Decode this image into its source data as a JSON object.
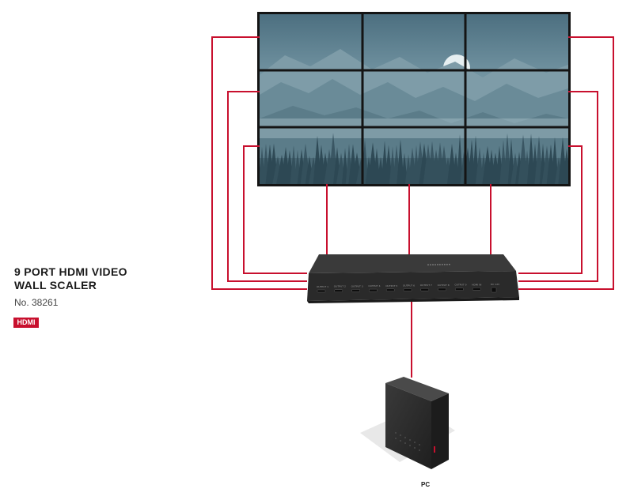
{
  "product": {
    "title": "9 PORT HDMI VIDEO\nWALL SCALER",
    "number": "No. 38261",
    "badge": "HDMI"
  },
  "device": {
    "port_labels": [
      "OUTPUT 1",
      "OUTPUT 2",
      "OUTPUT 3",
      "OUTPUT 4",
      "OUTPUT 5",
      "OUTPUT 6",
      "OUTPUT 7",
      "OUTPUT 8",
      "OUTPUT 9",
      "HDMI IN",
      "DC 12V"
    ]
  },
  "pc": {
    "label": "PC"
  },
  "colors": {
    "cable": "#c8102e",
    "badge": "#c8102e",
    "sky_top": "#4f7283",
    "sky_bottom": "#9cbac4",
    "bezel": "#141414",
    "device_body": "#2e2e2e",
    "pc_body": "#2b2b2b"
  },
  "icons": [
    "pc-tower-icon",
    "scaler-device-icon",
    "video-wall-icon"
  ]
}
